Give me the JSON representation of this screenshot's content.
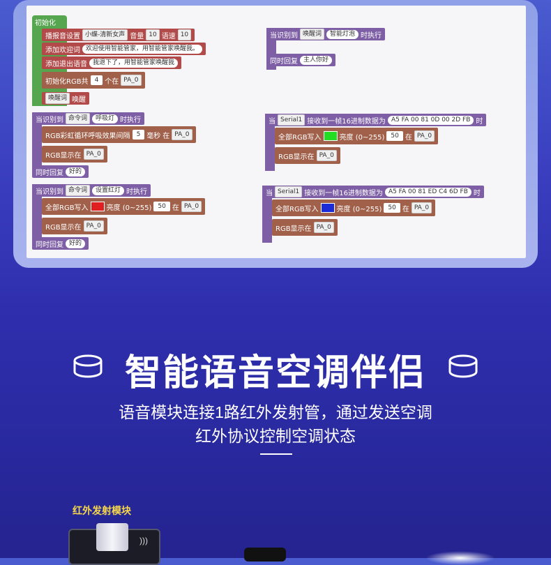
{
  "blocks": {
    "init": {
      "header": "初始化",
      "row1": {
        "label": "播报音设置",
        "voice": "小蝶-清新女声",
        "vol_label": "音量",
        "vol": "10",
        "speed_label": "语速",
        "speed": "10"
      },
      "row2": {
        "label": "添加欢迎词",
        "text": "欢迎使用智能管家，用智能管家唤醒我。"
      },
      "row3": {
        "label": "添加退出语音",
        "text": "我退下了，用智能管家唤醒我"
      },
      "row4": {
        "label": "初始化RGB共",
        "count": "4",
        "unit": "个在",
        "pin": "PA_0"
      },
      "row5": {
        "word": "唤醒词",
        "value": "唤醒"
      }
    },
    "wake": {
      "head": "当识别到",
      "word": "唤醒词",
      "cmd": "智能灯泡",
      "tail": "时执行",
      "reply_label": "同时回复",
      "reply": "主人你好"
    },
    "breath": {
      "head": "当识别到",
      "word": "命令词",
      "cmd": "呼吸灯",
      "tail": "时执行",
      "row1": {
        "label": "RGB彩虹循环呼吸效果间隔",
        "ms": "5",
        "unit": "毫秒",
        "at": "在",
        "pin": "PA_0"
      },
      "row2": {
        "label": "RGB显示在",
        "pin": "PA_0"
      },
      "reply_label": "同时回复",
      "reply": "好的"
    },
    "redlight": {
      "head": "当识别到",
      "word": "命令词",
      "cmd": "设置红灯",
      "tail": "时执行",
      "row1": {
        "label": "全部RGB写入",
        "color": "#e02020",
        "bright_label": "亮度 (0~255)",
        "bright": "50",
        "at": "在",
        "pin": "PA_0"
      },
      "row2": {
        "label": "RGB显示在",
        "pin": "PA_0"
      },
      "reply_label": "同时回复",
      "reply": "好的"
    },
    "serial_green": {
      "head": "当",
      "port": "Serial1",
      "mid": "接收到一帧16进制数据为",
      "data": "A5 FA 00 81 0D 00 2D FB",
      "tail": "时",
      "row1": {
        "label": "全部RGB写入",
        "color": "#22dd22",
        "bright_label": "亮度 (0~255)",
        "bright": "50",
        "at": "在",
        "pin": "PA_0"
      },
      "row2": {
        "label": "RGB显示在",
        "pin": "PA_0"
      }
    },
    "serial_blue": {
      "head": "当",
      "port": "Serial1",
      "mid": "接收到一帧16进制数据为",
      "data": "A5 FA 00 81 ED C4 6D FB",
      "tail": "时",
      "row1": {
        "label": "全部RGB写入",
        "color": "#1a2bd8",
        "bright_label": "亮度 (0~255)",
        "bright": "50",
        "at": "在",
        "pin": "PA_0"
      },
      "row2": {
        "label": "RGB显示在",
        "pin": "PA_0"
      }
    }
  },
  "headline": "智能语音空调伴侣",
  "subtitle_line1": "语音模块连接1路红外发射管，通过发送空调",
  "subtitle_line2": "红外协议控制空调状态",
  "module_label": "红外发射模块"
}
